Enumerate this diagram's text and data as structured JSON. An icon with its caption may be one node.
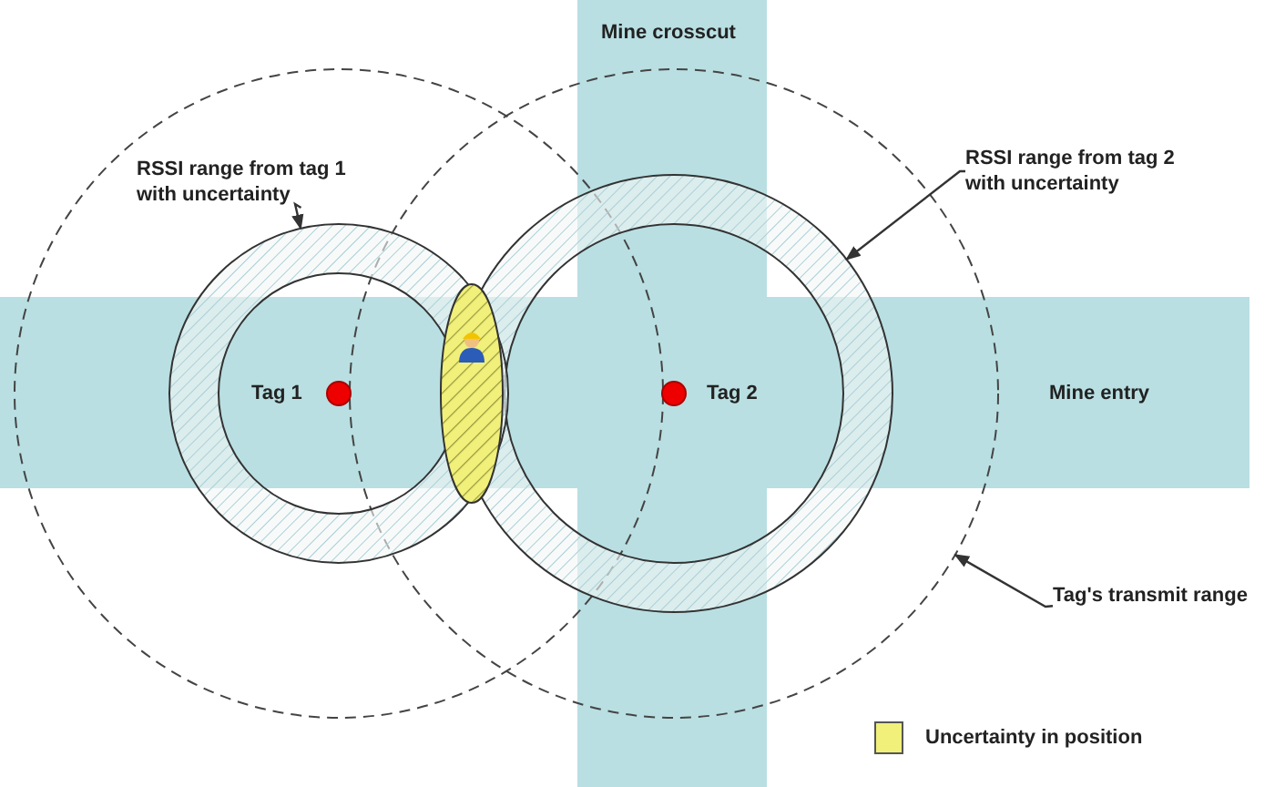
{
  "diagram": {
    "nodes": [
      {
        "text": [
          "Mine entry"
        ]
      },
      {
        "text": [
          "Mine crosscut"
        ]
      },
      {
        "text": [
          "RSSI range from tag 1 with uncertainty"
        ]
      },
      {
        "text": [],
        "shape": "ring"
      },
      {
        "text": [
          "RSSI range from tag 2 with uncertainty"
        ]
      },
      {
        "text": [],
        "shape": "circle"
      },
      {
        "text": [],
        "shape": "ring",
        "in": 5
      },
      {
        "text": [
          "Tag's transmit range"
        ]
      }
    ],
    "edges": [
      {
        "from": 2,
        "to": 3,
        "arrow": "to"
      },
      {
        "from": 4,
        "to": 6,
        "arrow": "to"
      },
      {
        "from": 7,
        "to": 5,
        "arrow": "to"
      }
    ],
    "labels": [
      "Tag 1",
      "Tag 2"
    ],
    "legend": [
      {
        "text": "Uncertainty in position",
        "color": "#f0f07a"
      }
    ]
  }
}
